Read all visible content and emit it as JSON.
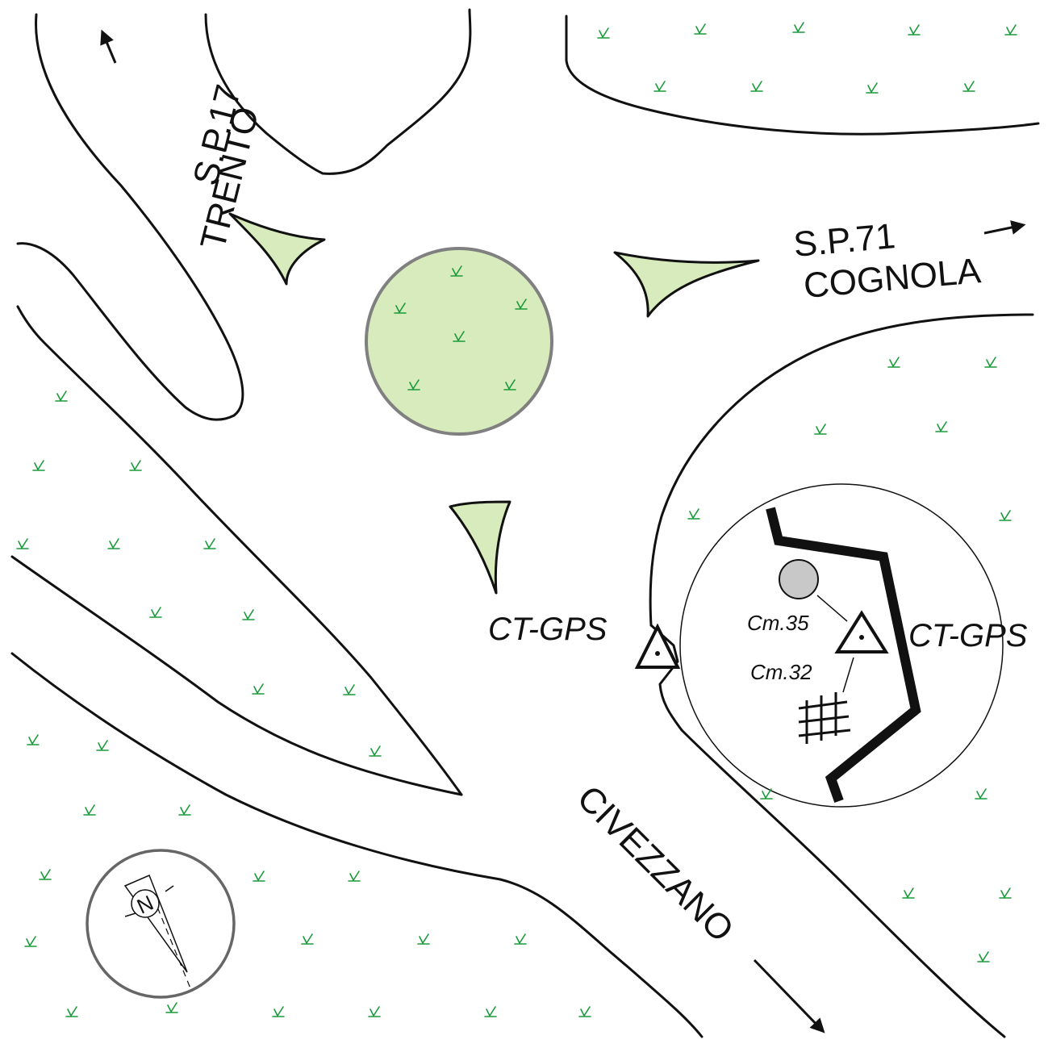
{
  "map": {
    "labels": {
      "sp17_line1": "S.P.17",
      "sp17_line2": "TRENTO",
      "sp71_line1": "S.P.71",
      "sp71_line2": "COGNOLA",
      "civezzano": "CIVEZZANO",
      "ctgps_main": "CT-GPS",
      "ctgps_inset": "CT-GPS",
      "cm35": "Cm.35",
      "cm32": "Cm.32",
      "north": "N"
    },
    "icons": {
      "grass": "grass-tuft-icon",
      "benchmark": "triangle-benchmark-icon",
      "manhole_round": "round-manhole-icon",
      "manhole_grid": "grid-manhole-icon",
      "north": "north-arrow-icon",
      "arrow": "direction-arrow-icon"
    },
    "colors": {
      "island_fill": "#d7ebbd",
      "roundabout_fill": "#d7ebbd",
      "roundabout_stroke": "#808080",
      "grass": "#1a9a3a",
      "line": "#111111",
      "manhole_fill": "#c8c8c8"
    }
  }
}
